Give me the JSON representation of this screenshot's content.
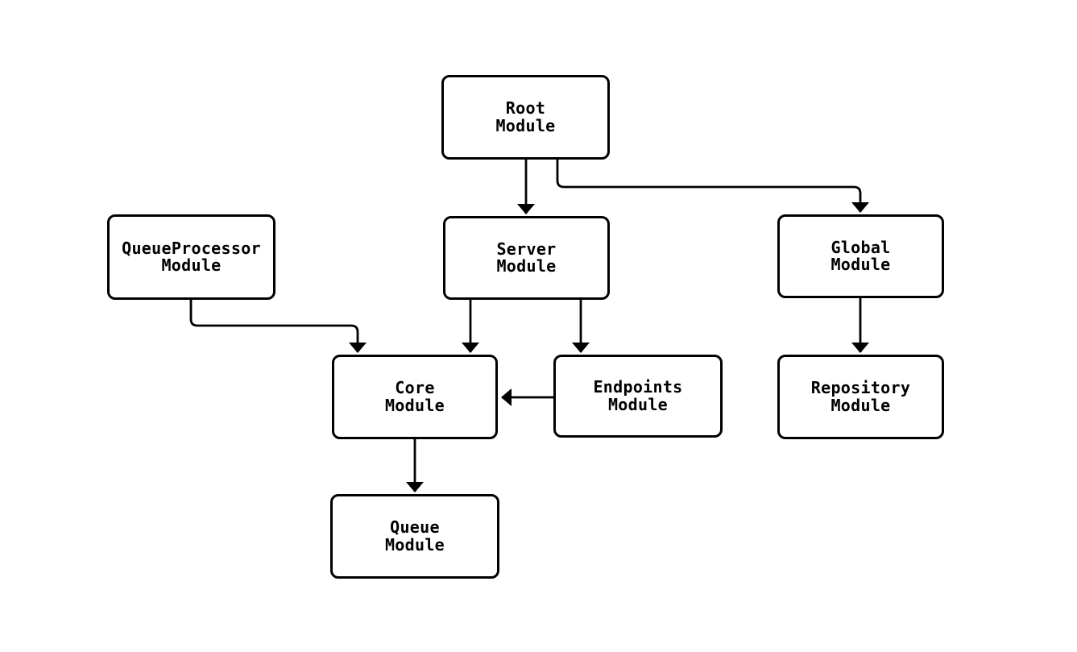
{
  "diagram": {
    "title": "",
    "type": "module-dependency-diagram",
    "colors": {
      "background": "#ffffff",
      "node_fill": "#ffffff",
      "node_border": "#000000",
      "edge_stroke": "#000000",
      "text": "#000000"
    },
    "nodes": {
      "root": {
        "label": "Root\nModule"
      },
      "queueprocessor": {
        "label": "QueueProcessor\nModule"
      },
      "server": {
        "label": "Server\nModule"
      },
      "global": {
        "label": "Global\nModule"
      },
      "core": {
        "label": "Core\nModule"
      },
      "endpoints": {
        "label": "Endpoints\nModule"
      },
      "repository": {
        "label": "Repository\nModule"
      },
      "queue": {
        "label": "Queue\nModule"
      }
    },
    "edges": [
      {
        "from": "Root Module",
        "to": "Server Module"
      },
      {
        "from": "Root Module",
        "to": "Global Module"
      },
      {
        "from": "QueueProcessor Module",
        "to": "Core Module"
      },
      {
        "from": "Server Module",
        "to": "Core Module"
      },
      {
        "from": "Server Module",
        "to": "Endpoints Module"
      },
      {
        "from": "Global Module",
        "to": "Repository Module"
      },
      {
        "from": "Endpoints Module",
        "to": "Core Module"
      },
      {
        "from": "Core Module",
        "to": "Queue Module"
      }
    ]
  }
}
